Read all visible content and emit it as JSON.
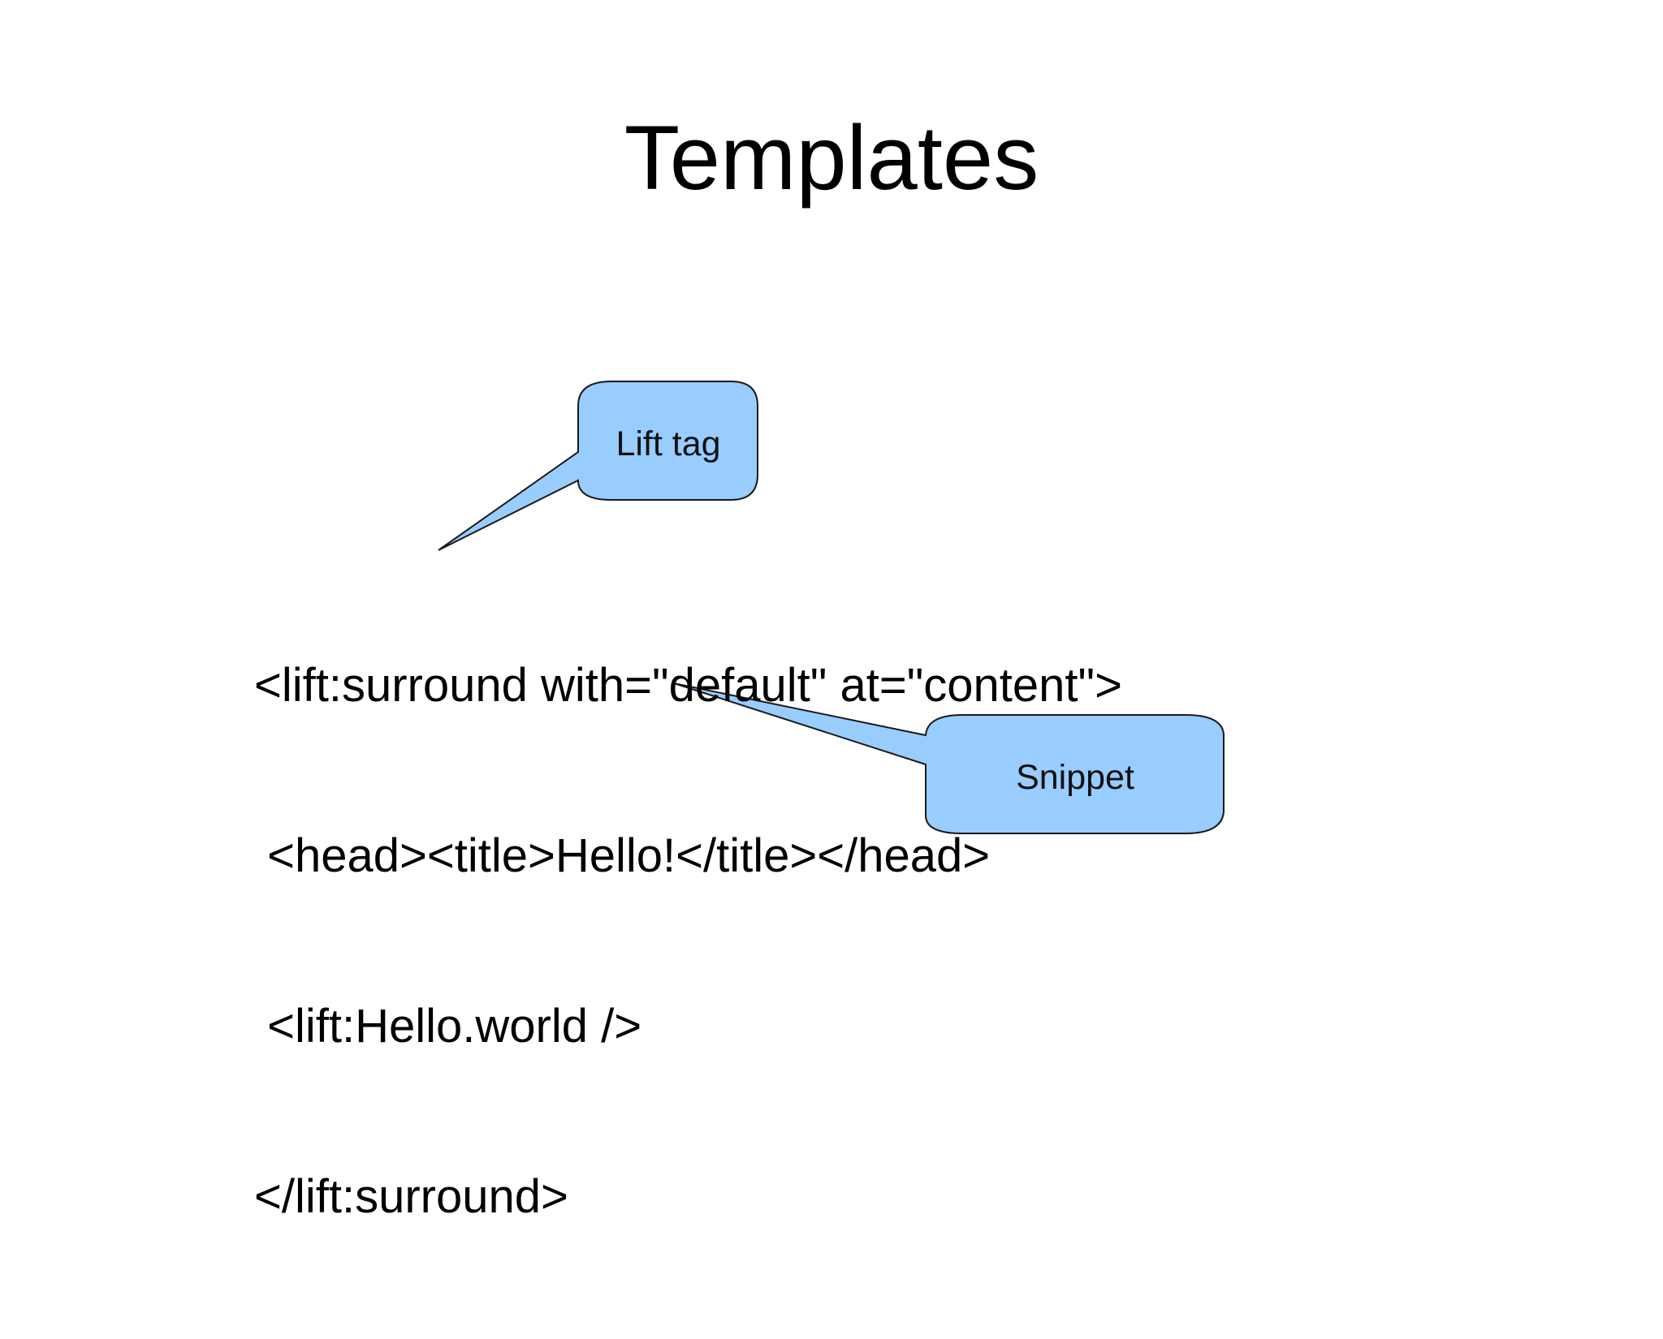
{
  "slide": {
    "title": "Templates",
    "code_lines": [
      "<lift:surround with=\"default\" at=\"content\">",
      " <head><title>Hello!</title></head>",
      " <lift:Hello.world />",
      "</lift:surround>"
    ],
    "callouts": {
      "lift_tag": "Lift tag",
      "snippet": "Snippet"
    }
  },
  "colors": {
    "callout_fill": "#99ccff",
    "callout_stroke": "#1a1a1a",
    "text": "#000000"
  }
}
